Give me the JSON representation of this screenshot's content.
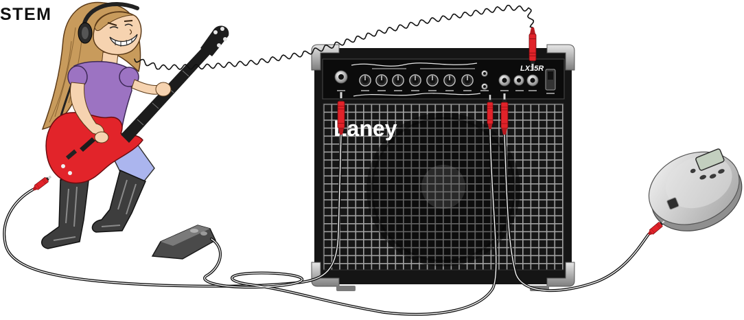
{
  "header": {
    "title": "STEM"
  },
  "amplifier": {
    "brand_logo": "Laney",
    "model": "LX15R"
  },
  "colors": {
    "plug_red": "#e1232a",
    "amp_body": "#151515",
    "guitar_body": "#e2242a",
    "shirt": "#9c73c2",
    "jeans": "#abb5ee",
    "hair": "#c89b5c",
    "skin": "#f6d3b0",
    "boots": "#3d3d3d"
  }
}
